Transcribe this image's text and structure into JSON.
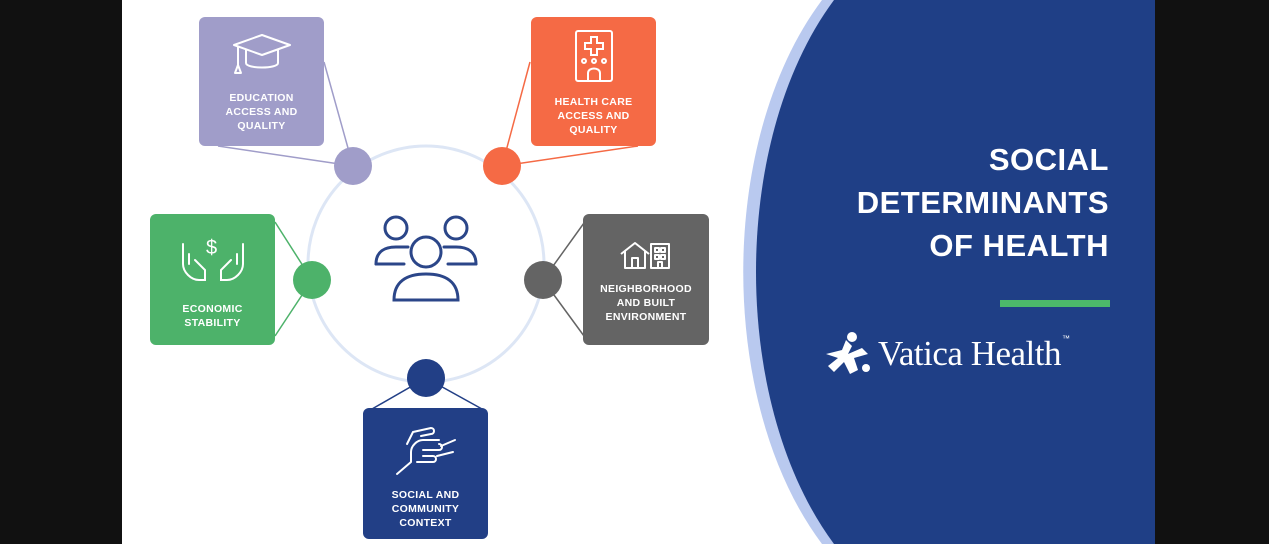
{
  "title": "SOCIAL\nDETERMINANTS\nOF HEALTH",
  "brand": {
    "name": "Vatica Health",
    "trademark": "™"
  },
  "center_icon": "people-group-icon",
  "determinants": [
    {
      "id": "education",
      "label": "EDUCATION\nACCESS AND\nQUALITY",
      "icon": "graduation-cap-icon",
      "color": "#a09dc9"
    },
    {
      "id": "health-care",
      "label": "HEALTH CARE\nACCESS AND\nQUALITY",
      "icon": "hospital-icon",
      "color": "#f56a45"
    },
    {
      "id": "economic",
      "label": "ECONOMIC\nSTABILITY",
      "icon": "hands-dollar-icon",
      "color": "#4db26a"
    },
    {
      "id": "neighborhood",
      "label": "NEIGHBORHOOD\nAND BUILT\nENVIRONMENT",
      "icon": "house-building-icon",
      "color": "#646464"
    },
    {
      "id": "social",
      "label": "SOCIAL AND\nCOMMUNITY\nCONTEXT",
      "icon": "handshake-icon",
      "color": "#223f86"
    }
  ],
  "colors": {
    "panel": "#1f3f86",
    "panel_edge": "#b9c9ef",
    "ring": "#dde6f5",
    "accent": "#4cb86a",
    "people_icon": "#2b4689"
  }
}
